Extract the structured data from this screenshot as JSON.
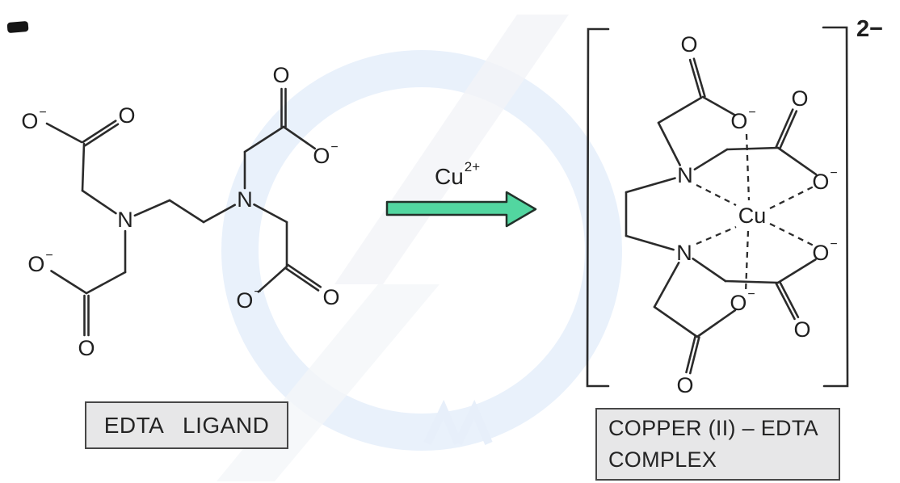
{
  "colors": {
    "arrow_fill": "#52d6a0",
    "line": "#2b2b2b",
    "box_fill": "#e7e7e8",
    "watermark_blue": "#e9f1fb"
  },
  "reaction": {
    "reagent_base": "Cu",
    "reagent_charge": "2+"
  },
  "left_structure": {
    "caption": "EDTA LIGAND",
    "atoms": [
      {
        "symbol": "O",
        "charge": "−"
      },
      {
        "symbol": "O"
      },
      {
        "symbol": "N"
      },
      {
        "symbol": "N"
      },
      {
        "symbol": "O"
      },
      {
        "symbol": "O",
        "charge": "−"
      },
      {
        "symbol": "O",
        "charge": "−"
      },
      {
        "symbol": "O"
      },
      {
        "symbol": "O",
        "charge": "−"
      },
      {
        "symbol": "O"
      }
    ]
  },
  "right_structure": {
    "caption_line1": "COPPER (II) – EDTA",
    "caption_line2": "COMPLEX",
    "overall_charge": "2−",
    "central_atom": "Cu",
    "atoms": [
      {
        "symbol": "O"
      },
      {
        "symbol": "O",
        "charge": "−"
      },
      {
        "symbol": "O"
      },
      {
        "symbol": "O",
        "charge": "−"
      },
      {
        "symbol": "N"
      },
      {
        "symbol": "N"
      },
      {
        "symbol": "O",
        "charge": "−"
      },
      {
        "symbol": "O"
      },
      {
        "symbol": "O",
        "charge": "−"
      },
      {
        "symbol": "O"
      }
    ]
  }
}
